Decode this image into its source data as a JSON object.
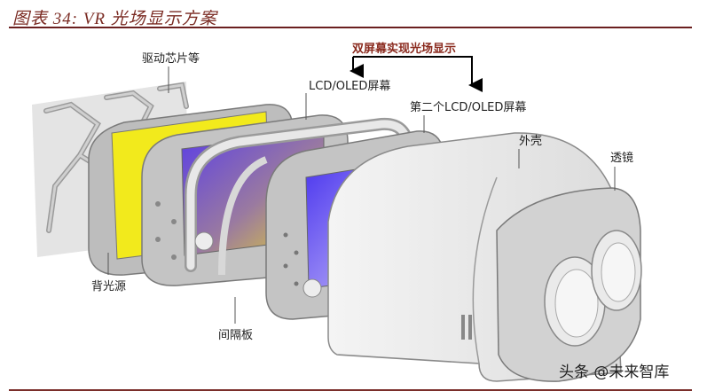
{
  "figure": {
    "title": "图表 34: VR 光场显示方案"
  },
  "annotation": {
    "dual_screen_label": "双屏幕实现光场显示",
    "accent_color": "#8a2a1e",
    "rule_color": "#6b1f1f"
  },
  "labels": {
    "driver_chip": "驱动芯片等",
    "screen_1": "LCD/OLED屏幕",
    "screen_2": "第二个LCD/OLED屏幕",
    "shell": "外壳",
    "lens": "透镜",
    "backlight": "背光源",
    "spacer": "间隔板"
  },
  "components": [
    {
      "name": "driver-board",
      "label": "驱动芯片等",
      "icon": "circuit-bracket"
    },
    {
      "name": "backlight",
      "label": "背光源",
      "color": "#f2ea1c"
    },
    {
      "name": "first-screen",
      "label": "LCD/OLED屏幕",
      "color": "#6a4de0"
    },
    {
      "name": "spacer",
      "label": "间隔板"
    },
    {
      "name": "second-screen",
      "label": "第二个LCD/OLED屏幕",
      "color": "#5a46f0"
    },
    {
      "name": "shell",
      "label": "外壳"
    },
    {
      "name": "lens",
      "label": "透镜"
    }
  ],
  "watermark": "头条 @未来智库"
}
